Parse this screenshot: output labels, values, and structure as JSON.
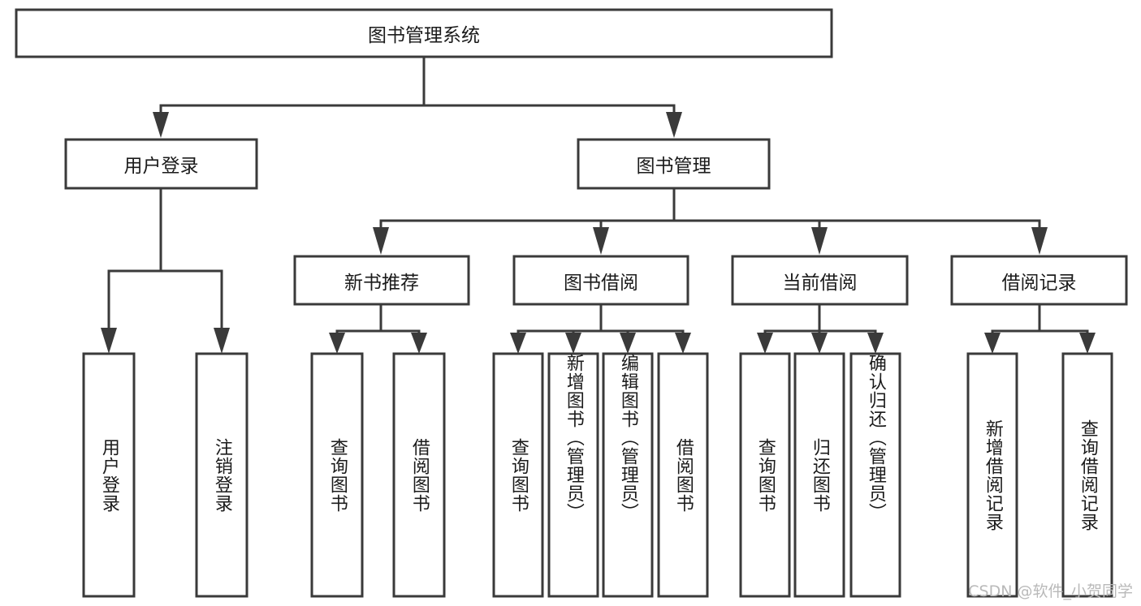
{
  "diagram": {
    "type": "tree",
    "title": "图书管理系统",
    "orientation": "top-down",
    "colors": {
      "box_stroke": "#3a3a3a",
      "box_fill": "#ffffff",
      "connector": "#3a3a3a",
      "text": "#1b1b1b",
      "background": "#ffffff",
      "watermark": "#b9b9b9"
    },
    "root": {
      "label": "图书管理系统",
      "level": 0
    },
    "level1": [
      {
        "label": "用户登录"
      },
      {
        "label": "图书管理"
      }
    ],
    "level2": [
      {
        "label": "新书推荐"
      },
      {
        "label": "图书借阅"
      },
      {
        "label": "当前借阅"
      },
      {
        "label": "借阅记录"
      }
    ],
    "leaves": {
      "user_login": [
        {
          "label": "用户登录"
        },
        {
          "label": "注销登录"
        }
      ],
      "new_book_recommend": [
        {
          "label": "查询图书"
        },
        {
          "label": "借阅图书"
        }
      ],
      "book_borrow": [
        {
          "label": "查询图书"
        },
        {
          "label": "新增图书（管理员）"
        },
        {
          "label": "编辑图书（管理员）"
        },
        {
          "label": "借阅图书"
        }
      ],
      "current_borrow": [
        {
          "label": "查询图书"
        },
        {
          "label": "归还图书"
        },
        {
          "label": "确认归还（管理员）"
        }
      ],
      "borrow_record": [
        {
          "label": "新增借阅记录"
        },
        {
          "label": "查询借阅记录"
        }
      ]
    }
  },
  "watermark": {
    "text": "CSDN @软件_小贺同学"
  }
}
